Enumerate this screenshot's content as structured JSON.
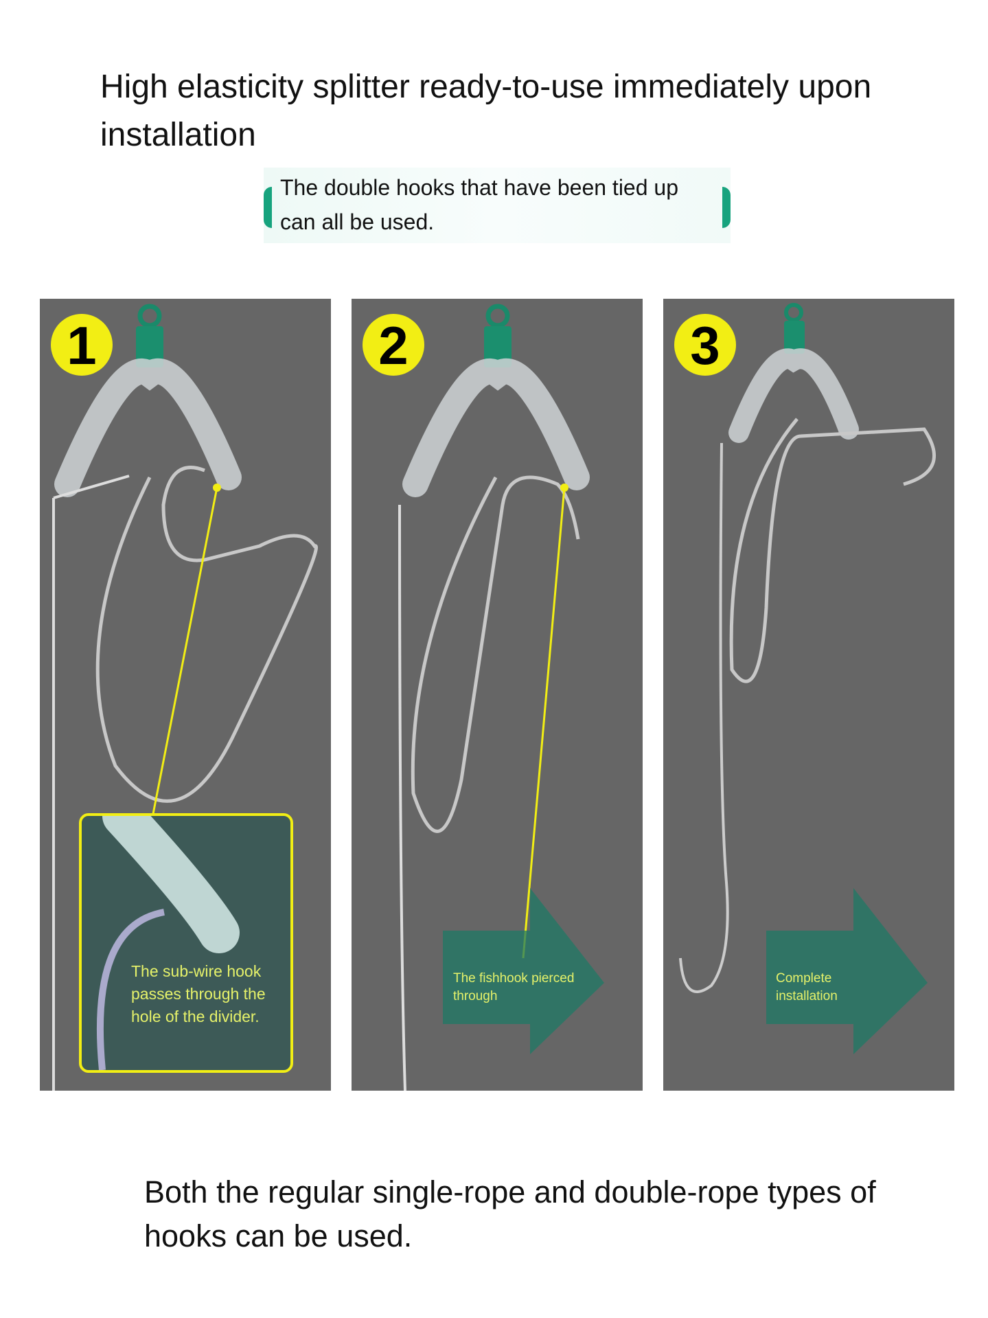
{
  "title": "High elasticity splitter ready-to-use immediately upon installation",
  "subtitle": "The double hooks that have been tied up can all be used.",
  "panels": [
    {
      "number": "1",
      "caption": "The sub-wire hook passes through the hole of the divider."
    },
    {
      "number": "2",
      "caption": "The fishhook pierced through"
    },
    {
      "number": "3",
      "caption": "Complete installation"
    }
  ],
  "footer": "Both the regular single-rope and double-rope types of hooks can be used.",
  "colors": {
    "panel": "#666666",
    "accent": "#17a37e",
    "highlight": "#f2ee14",
    "caption": "#e6f26a"
  }
}
